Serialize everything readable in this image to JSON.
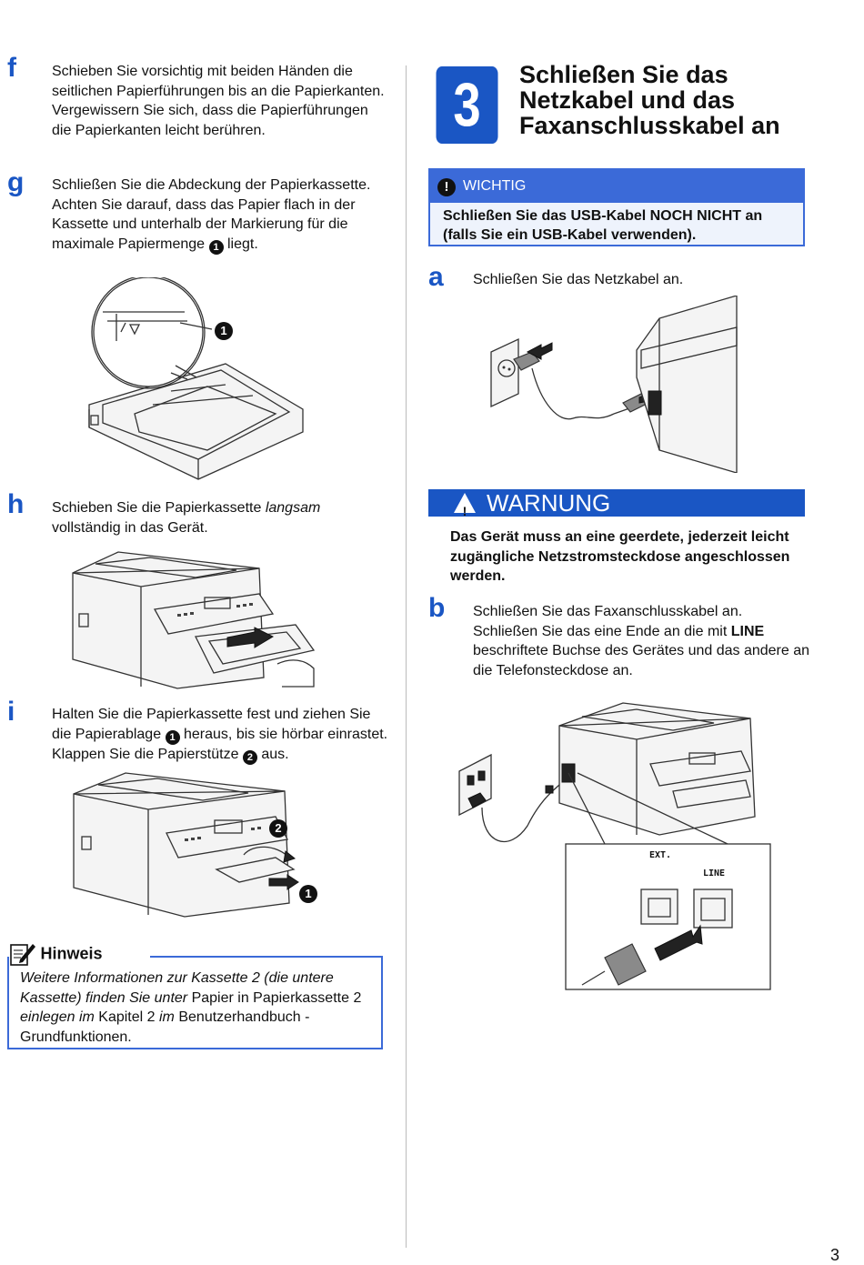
{
  "left_column": {
    "f": {
      "letter": "f",
      "text": "Schieben Sie vorsichtig mit beiden Händen die seitlichen Papierführungen bis an die Papierkanten. Vergewissern Sie sich, dass die Papierführungen die Papierkanten leicht berühren."
    },
    "g": {
      "letter": "g",
      "text_a": "Schließen Sie die Abdeckung der Papierkassette. Achten Sie darauf, dass das Papier flach in der Kassette und unterhalb der Markierung für die maximale Papiermenge",
      "text_b": "liegt."
    },
    "h": {
      "letter": "h",
      "text_a": "Schieben Sie die Papierkassette",
      "text_italic": "langsam",
      "text_b": "vollständig in das Gerät."
    },
    "i": {
      "letter": "i",
      "text_a": "Halten Sie die Papierkassette fest und ziehen Sie die Papierablage",
      "text_b": "heraus, bis sie hörbar einrastet. Klappen Sie die Papierstütze",
      "text_c": "aus."
    }
  },
  "callouts": {
    "one": "1",
    "two": "2"
  },
  "hinweis": {
    "title": "Hinweis",
    "p1_italic": "Weitere Informationen zur Kassette 2 (die untere Kassette) finden Sie unter",
    "p2": "Papier in Papierkassette 2",
    "p3_italic": "einlegen im",
    "p4": "Kapitel 2",
    "p5_italic": "im",
    "p6": "Benutzerhandbuch - Grundfunktionen."
  },
  "step": {
    "number": "3",
    "title": "Schließen Sie das Netzkabel und das Faxanschlusskabel an"
  },
  "wichtig": {
    "label": "WICHTIG",
    "text": "Schließen Sie das USB-Kabel NOCH NICHT an (falls Sie ein USB-Kabel verwenden)."
  },
  "a": {
    "letter": "a",
    "text": "Schließen Sie das Netzkabel an."
  },
  "warnung": {
    "label": "WARNUNG",
    "text": "Das Gerät muss an eine geerdete, jederzeit leicht zugängliche Netzstromsteckdose angeschlossen werden."
  },
  "b": {
    "letter": "b",
    "text_a": "Schließen Sie das Faxanschlusskabel an. Schließen Sie das eine Ende an die mit",
    "text_bold": "LINE",
    "text_b": "beschriftete Buchse des Gerätes und das andere an die Telefonsteckdose an."
  },
  "jack_labels": {
    "ext": "EXT.",
    "line": "LINE"
  },
  "page_number": "3",
  "colors": {
    "accent": "#1a56c4",
    "box_border": "#3b6ad8"
  }
}
